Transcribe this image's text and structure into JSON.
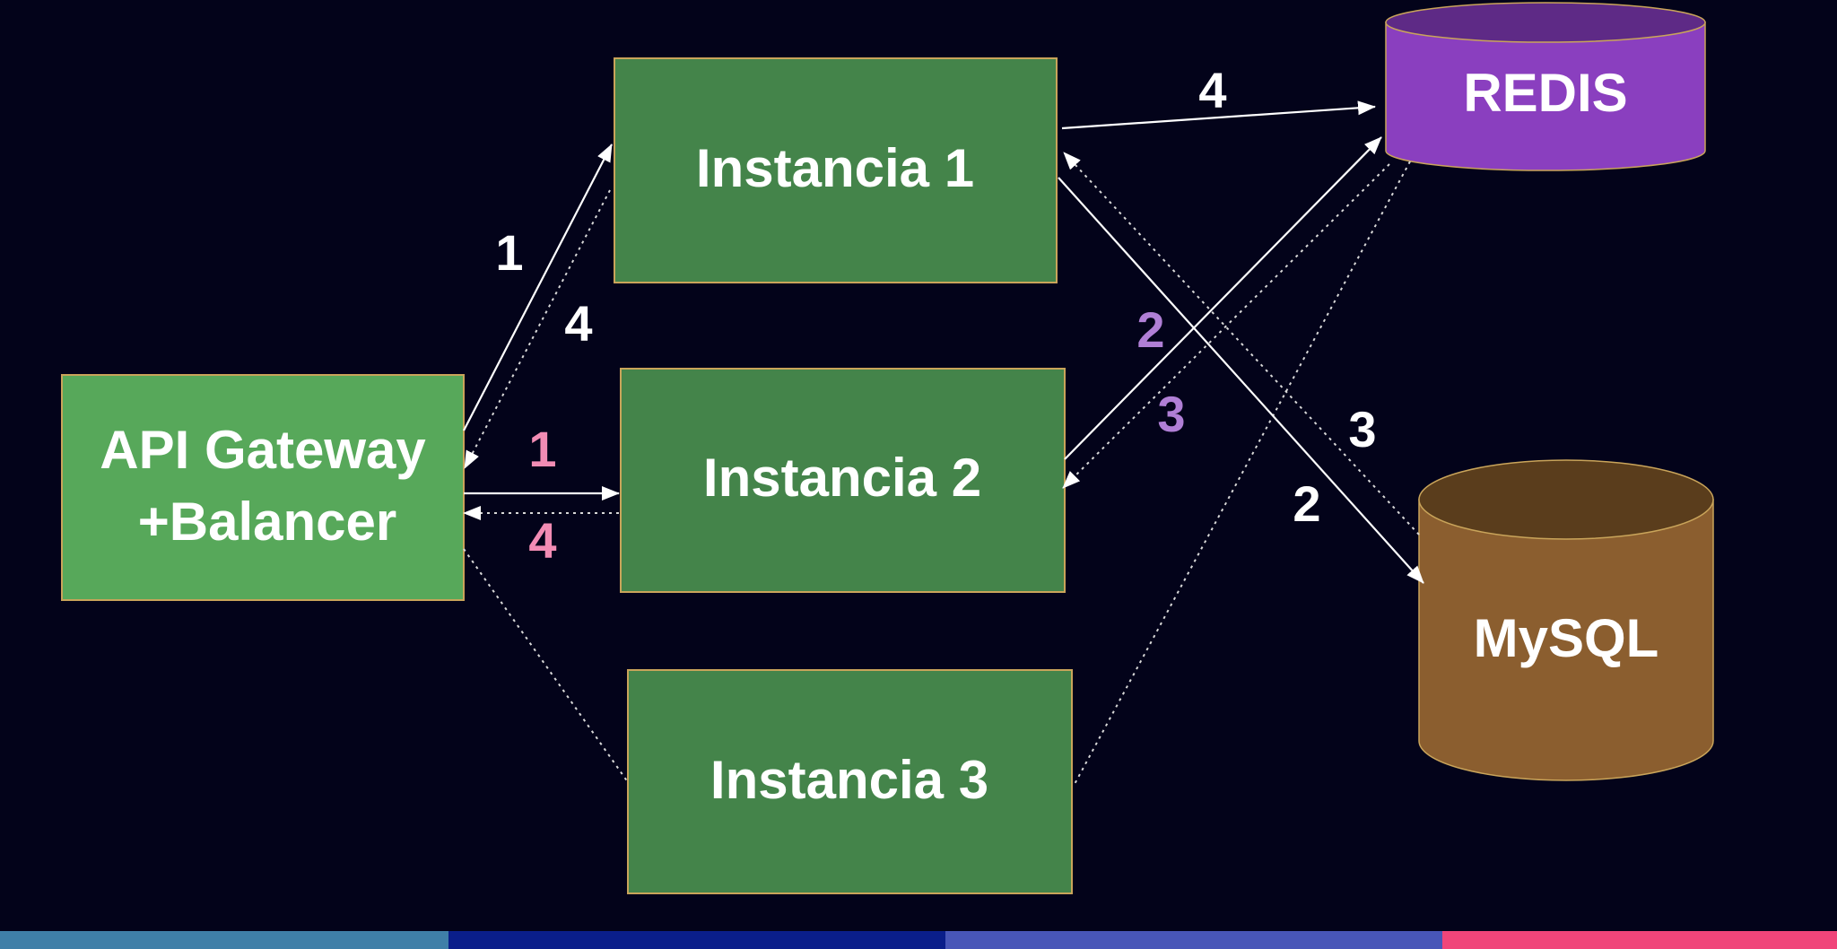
{
  "nodes": {
    "gateway": {
      "line1": "API Gateway",
      "line2": "+Balancer"
    },
    "instance1": {
      "label": "Instancia 1"
    },
    "instance2": {
      "label": "Instancia 2"
    },
    "instance3": {
      "label": "Instancia 3"
    },
    "redis": {
      "label": "REDIS"
    },
    "mysql": {
      "label": "MySQL"
    }
  },
  "steps": {
    "gw_to_i1_request": "1",
    "i1_to_gw_response": "4",
    "gw_to_i2_request": "1",
    "i2_to_gw_response": "4",
    "i1_to_redis": "4",
    "i2_to_redis": "2",
    "redis_to_i2": "3",
    "mysql_to_i1": "3",
    "i1_to_mysql": "2"
  },
  "colors": {
    "background": "#03031a",
    "gateway_fill": "#57a85a",
    "instance_fill": "#44844a",
    "box_border": "#c9a45a",
    "redis_fill": "#8a3fbf",
    "redis_top": "#5e2a86",
    "mysql_fill": "#8b5e2f",
    "mysql_top": "#5a3d1c",
    "label_white": "#ffffff",
    "label_pink": "#f28cb4",
    "label_purple": "#b07fd6",
    "footer": [
      "#3f7fa8",
      "#0a1e8a",
      "#4856b8",
      "#f0457a"
    ]
  }
}
